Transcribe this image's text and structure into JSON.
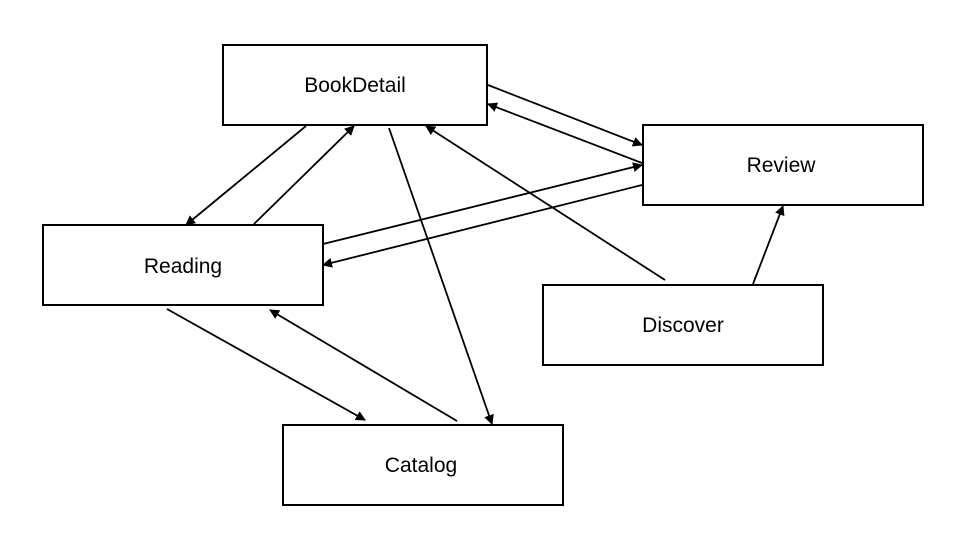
{
  "diagram": {
    "nodes": {
      "bookdetail": {
        "label": "BookDetail"
      },
      "review": {
        "label": "Review"
      },
      "reading": {
        "label": "Reading"
      },
      "discover": {
        "label": "Discover"
      },
      "catalog": {
        "label": "Catalog"
      }
    },
    "edges": [
      {
        "from": "BookDetail",
        "to": "Review"
      },
      {
        "from": "Review",
        "to": "BookDetail"
      },
      {
        "from": "BookDetail",
        "to": "Reading"
      },
      {
        "from": "Reading",
        "to": "BookDetail"
      },
      {
        "from": "BookDetail",
        "to": "Catalog"
      },
      {
        "from": "Discover",
        "to": "BookDetail"
      },
      {
        "from": "Discover",
        "to": "Review"
      },
      {
        "from": "Reading",
        "to": "Review"
      },
      {
        "from": "Review",
        "to": "Reading"
      },
      {
        "from": "Reading",
        "to": "Catalog"
      },
      {
        "from": "Catalog",
        "to": "Reading"
      }
    ],
    "colors": {
      "stroke": "#000000",
      "fill": "#ffffff",
      "text": "#000000"
    }
  }
}
